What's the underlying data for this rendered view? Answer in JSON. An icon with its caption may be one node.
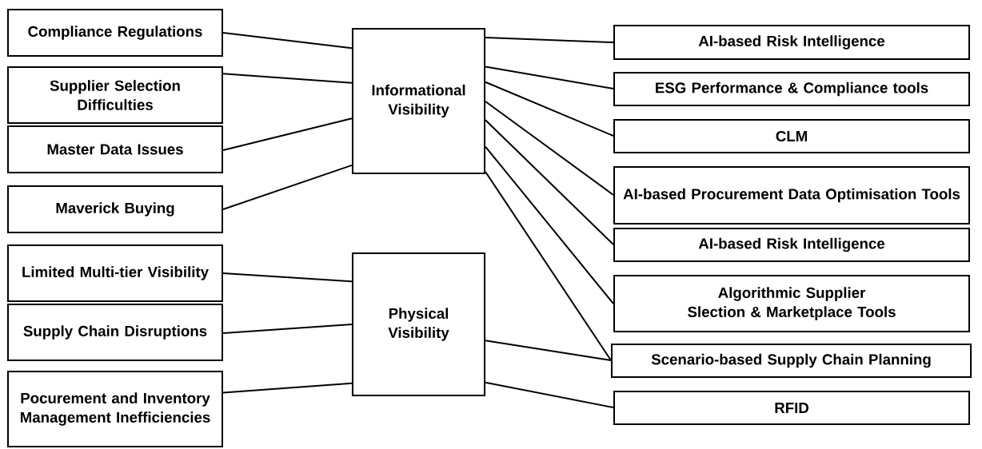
{
  "diagram": {
    "nodes": [
      {
        "text": [
          "Compliance Regulations"
        ]
      },
      {
        "text": [
          "Supplier Selection Difficulties"
        ]
      },
      {
        "text": [
          "Master Data Issues"
        ]
      },
      {
        "text": [
          "Maverick Buying"
        ]
      },
      {
        "text": [
          "Limited Multi-tier Visibility"
        ]
      },
      {
        "text": [
          "Supply Chain Disruptions"
        ]
      },
      {
        "text": [
          "Pocurement and Inventory Management Inefficiencies"
        ]
      },
      {
        "text": [
          "Informational Visibility"
        ]
      },
      {
        "text": [
          "Physical Visibility"
        ]
      },
      {
        "text": [
          "AI-based Risk Intelligence"
        ]
      },
      {
        "text": [
          "ESG Performance & Compliance tools"
        ]
      },
      {
        "text": [
          "CLM"
        ]
      },
      {
        "text": [
          "AI-based Procurement Data Optimisation Tools"
        ]
      },
      {
        "text": [
          "AI-based Risk Intelligence"
        ]
      },
      {
        "text": [
          "Algorithmic Supplier Slection & Marketplace Tools"
        ]
      },
      {
        "text": [
          "Scenario-based Supply Chain Planning"
        ]
      },
      {
        "text": [
          "RFID"
        ]
      }
    ],
    "edges": [
      {
        "from": 0,
        "to": 7,
        "arrow": "none"
      },
      {
        "from": 1,
        "to": 7,
        "arrow": "none"
      },
      {
        "from": 2,
        "to": 7,
        "arrow": "none"
      },
      {
        "from": 3,
        "to": 7,
        "arrow": "none"
      },
      {
        "from": 4,
        "to": 8,
        "arrow": "none"
      },
      {
        "from": 5,
        "to": 8,
        "arrow": "none"
      },
      {
        "from": 6,
        "to": 8,
        "arrow": "none"
      },
      {
        "from": 7,
        "to": 9,
        "arrow": "none"
      },
      {
        "from": 7,
        "to": 10,
        "arrow": "none"
      },
      {
        "from": 7,
        "to": 11,
        "arrow": "none"
      },
      {
        "from": 7,
        "to": 12,
        "arrow": "none"
      },
      {
        "from": 7,
        "to": 13,
        "arrow": "none"
      },
      {
        "from": 7,
        "to": 14,
        "arrow": "none"
      },
      {
        "from": 7,
        "to": 15,
        "arrow": "none"
      },
      {
        "from": 8,
        "to": 15,
        "arrow": "none"
      },
      {
        "from": 8,
        "to": 16,
        "arrow": "none"
      }
    ]
  }
}
